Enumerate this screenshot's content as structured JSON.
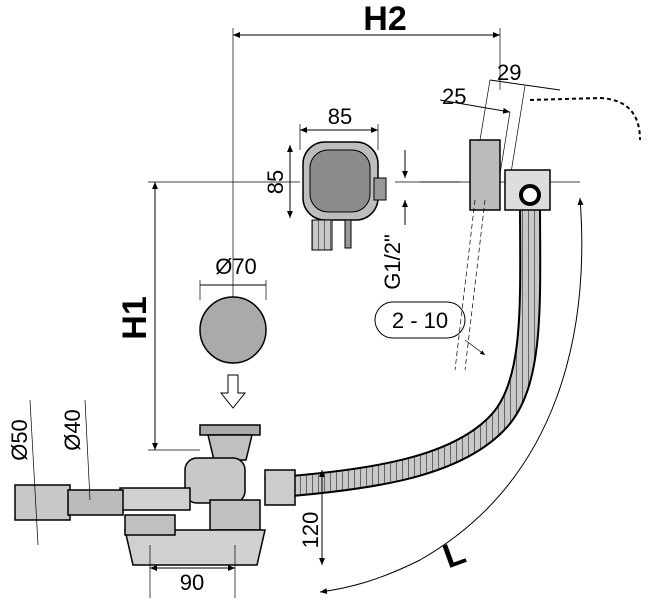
{
  "labels": {
    "h2": "H2",
    "d29": "29",
    "d25": "25",
    "d85_top": "85",
    "d85_left": "85",
    "thread": "G1/2\"",
    "dia70": "Ø70",
    "h1": "H1",
    "range": "2 - 10",
    "dia50": "Ø50",
    "dia40": "Ø40",
    "d120": "120",
    "d90": "90",
    "length": "L"
  },
  "colors": {
    "part_fill": "#b3b3b3",
    "part_dark": "#808080",
    "hose": "#9a9a9a"
  }
}
